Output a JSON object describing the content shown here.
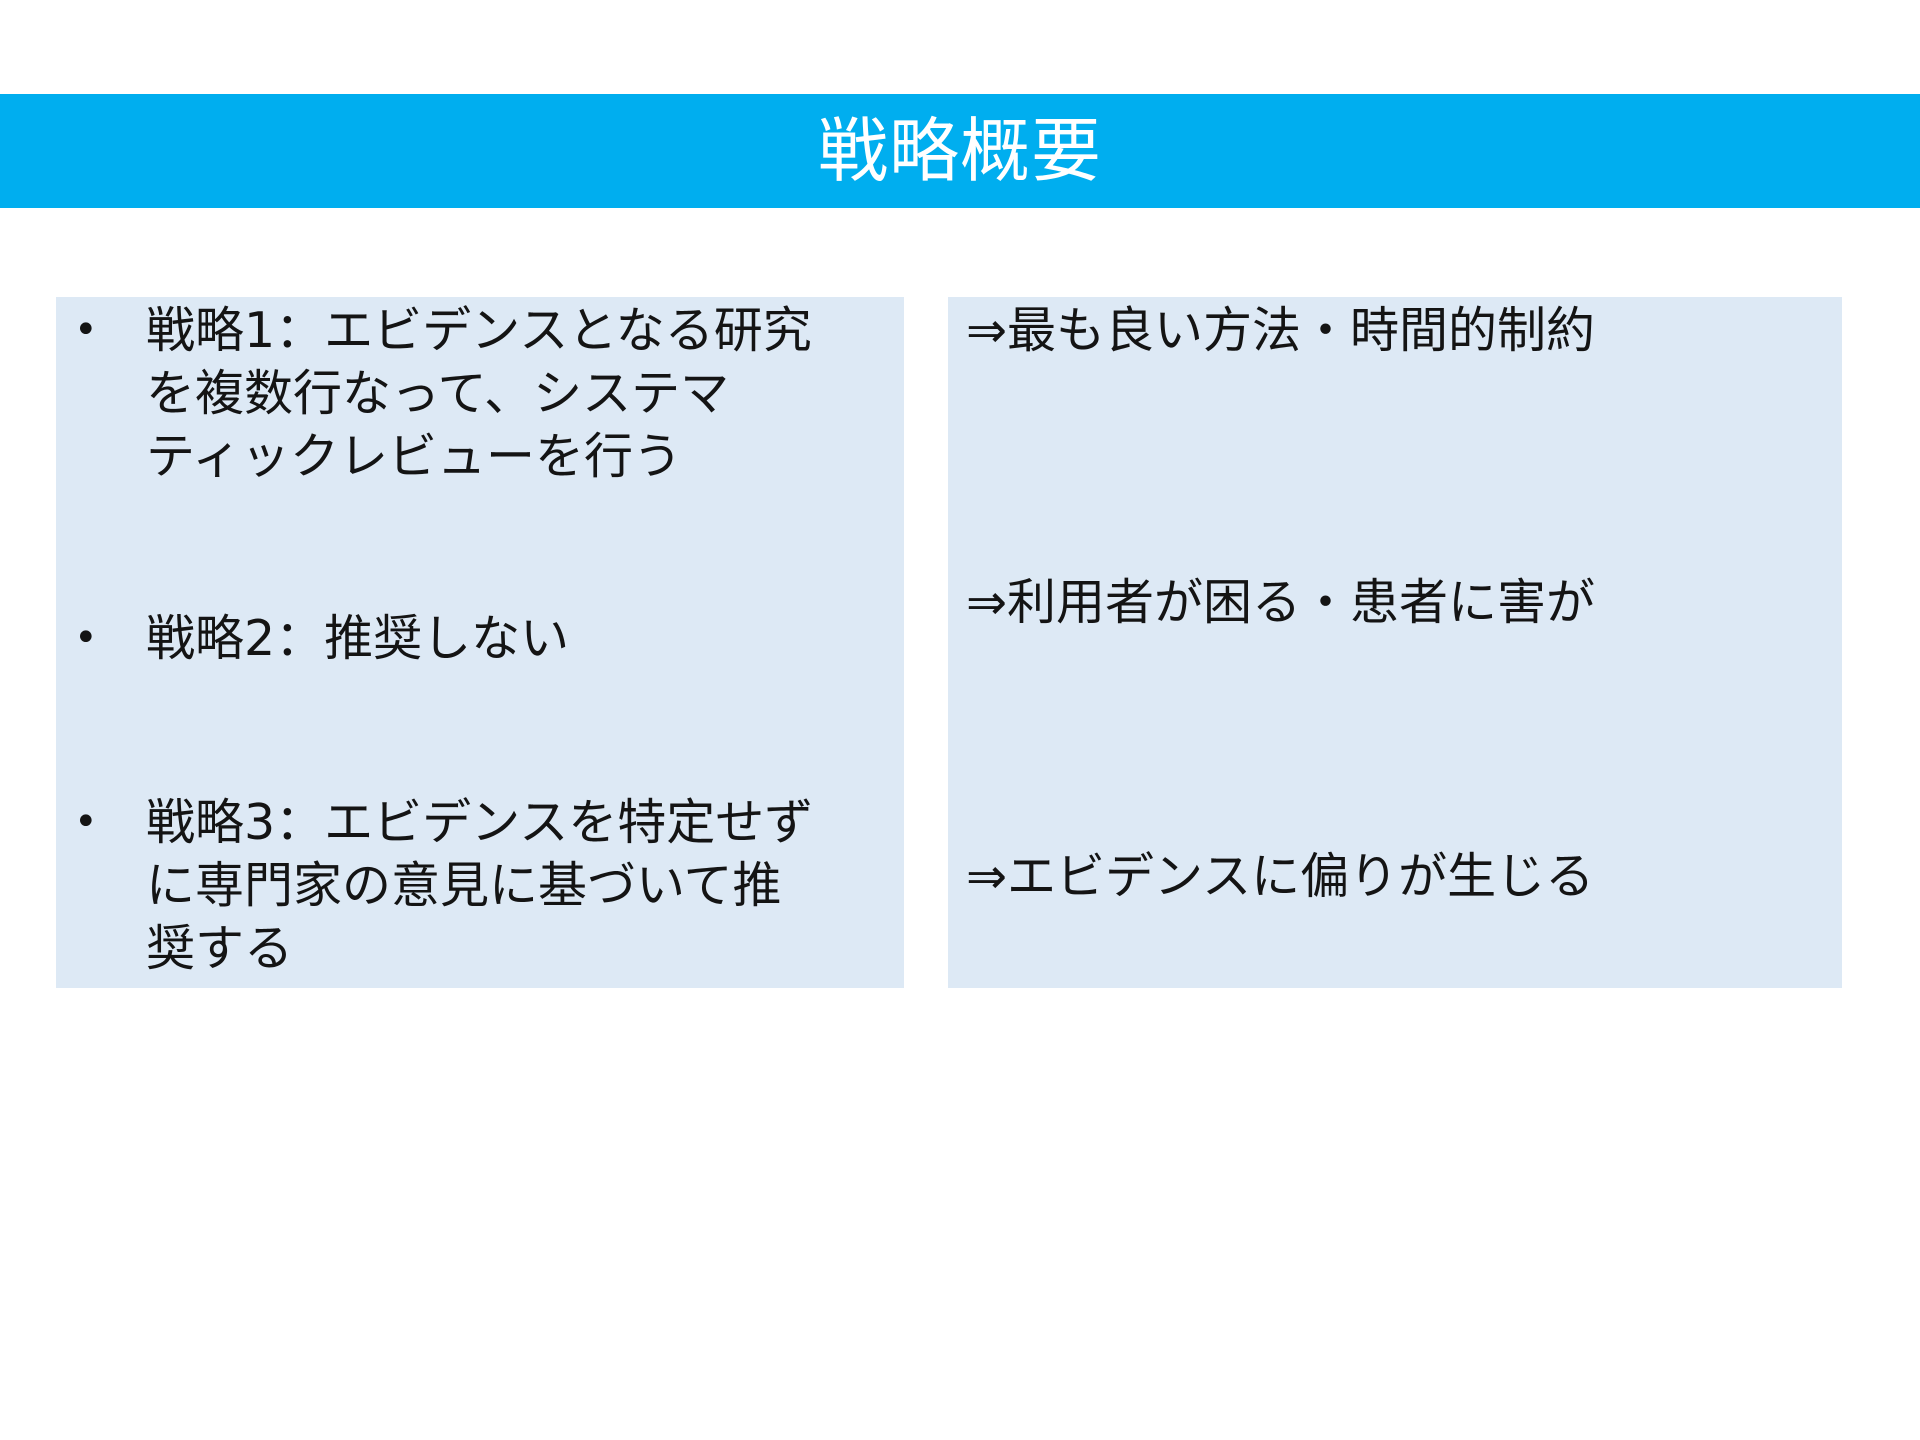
{
  "slide": {
    "title": "戦略概要",
    "bullet_glyph": "•",
    "strategies": [
      {
        "lines": [
          "戦略1：エビデンスとなる研究",
          "を複数行なって、システマ",
          "ティックレビューを行う"
        ]
      },
      {
        "lines": [
          "戦略2：推奨しない"
        ]
      },
      {
        "lines": [
          "戦略3：エビデンスを特定せず",
          "に専門家の意見に基づいて推",
          "奨する"
        ]
      }
    ],
    "consequences": [
      "⇒最も良い方法・時間的制約",
      "⇒利用者が困る・患者に害が",
      "⇒エビデンスに偏りが生じる"
    ],
    "colors": {
      "title_band": "#00aeef",
      "title_text": "#ffffff",
      "panel_fill": "#dde9f5",
      "body_text": "#141414"
    }
  }
}
